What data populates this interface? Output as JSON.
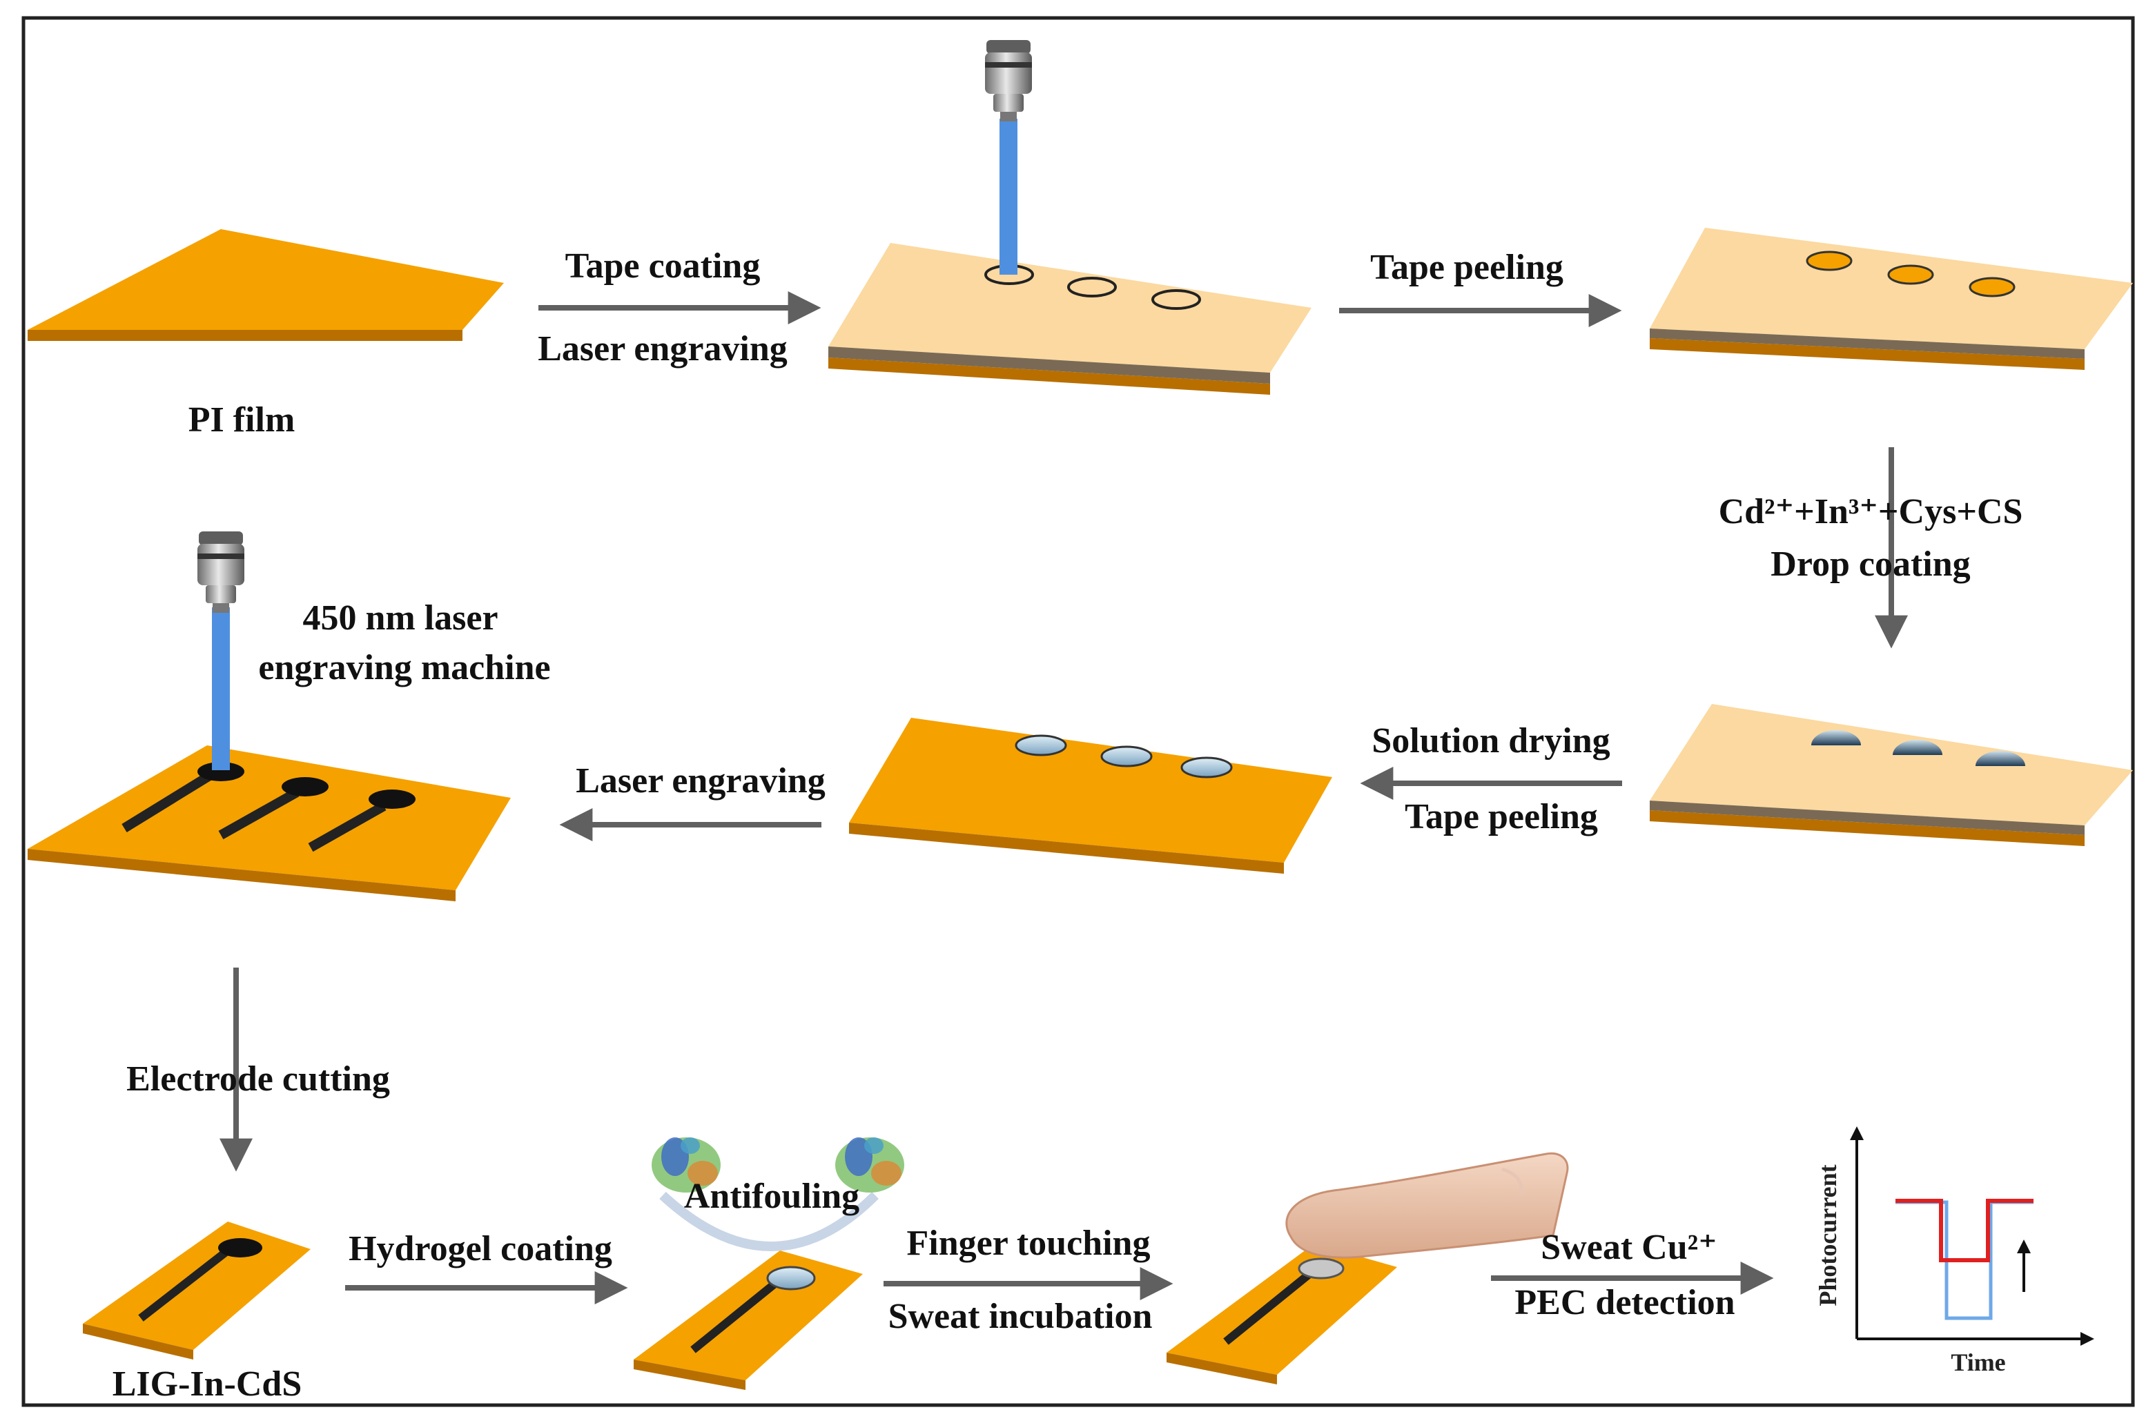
{
  "labels": {
    "pi_film": "PI film",
    "tape_coating": "Tape coating",
    "laser_engraving_1": "Laser engraving",
    "tape_peeling_1": "Tape peeling",
    "drop_line1": "Cd²⁺+In³⁺+Cys+CS",
    "drop_line2": "Drop coating",
    "solution_drying": "Solution drying",
    "tape_peeling_2": "Tape peeling",
    "laser_engraving_2": "Laser engraving",
    "machine_line1": "450 nm laser",
    "machine_line2": "engraving machine",
    "electrode_cutting": "Electrode cutting",
    "lig": "LIG-In-CdS",
    "hydrogel_coating": "Hydrogel coating",
    "antifouling": "Antifouling",
    "finger_touching": "Finger touching",
    "sweat_incubation": "Sweat incubation",
    "sweat_cu": "Sweat Cu²⁺",
    "pec_detection": "PEC detection",
    "photocurrent": "Photocurrent",
    "time": "Time"
  },
  "colors": {
    "pi_orange": "#F5A100",
    "pi_edge": "#B86F00",
    "tape": "#FBD9A0",
    "laser": "#4F8FE0",
    "arrow": "#606060",
    "red_trace": "#E02020",
    "blue_trace": "#6FA8E8"
  },
  "icons": [
    "laser-head-icon",
    "finger-icon",
    "protein-icon"
  ]
}
